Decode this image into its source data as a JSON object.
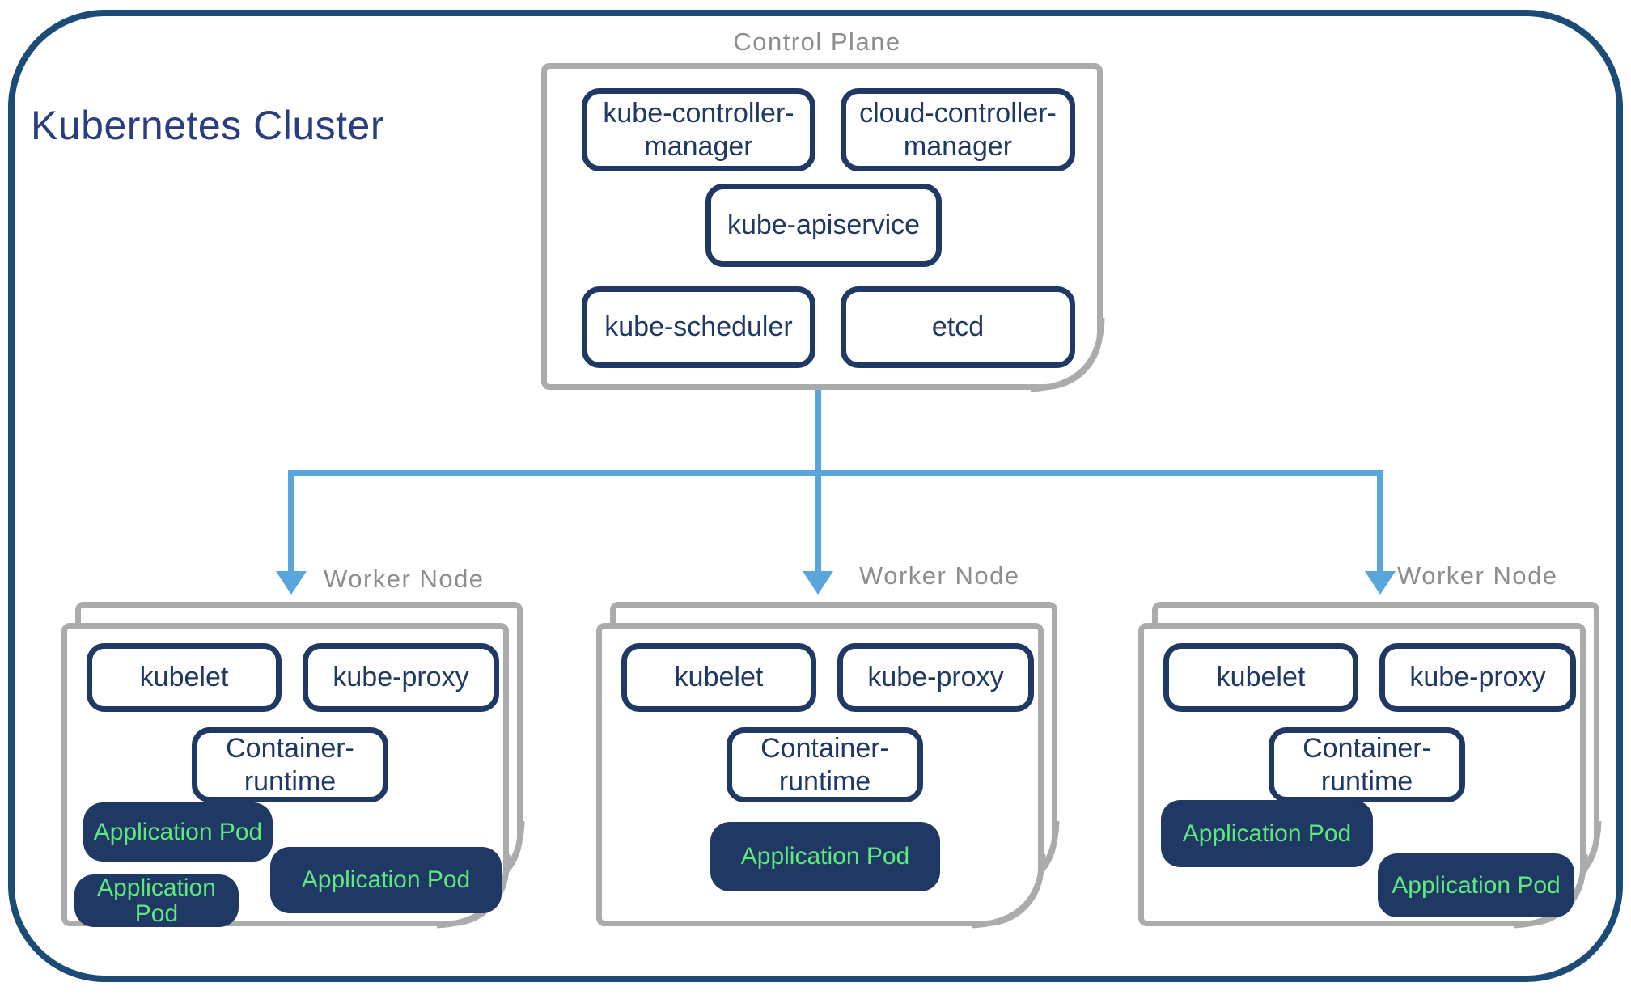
{
  "title": "Kubernetes Cluster",
  "colors": {
    "cluster_border": "#1c4b78",
    "title_text": "#2a3d80",
    "component_navy": "#1f3864",
    "pod_background": "#1f3864",
    "pod_text_green": "#5fe87e",
    "sheet_border_gray": "#ababab",
    "section_label_gray": "#8a8e90",
    "arrow_blue": "#58a6dc"
  },
  "control_plane": {
    "label": "Control Plane",
    "boxes": [
      {
        "label": "kube-controller-manager"
      },
      {
        "label": "cloud-controller-manager"
      },
      {
        "label": "kube-apiservice"
      },
      {
        "label": "kube-scheduler"
      },
      {
        "label": "etcd"
      }
    ]
  },
  "workers": [
    {
      "label": "Worker Node",
      "components": [
        "kubelet",
        "kube-proxy",
        "Container-runtime"
      ],
      "pods": [
        "Application Pod",
        "Application Pod",
        "Application Pod"
      ]
    },
    {
      "label": "Worker Node",
      "components": [
        "kubelet",
        "kube-proxy",
        "Container-runtime"
      ],
      "pods": [
        "Application Pod"
      ]
    },
    {
      "label": "Worker Node",
      "components": [
        "kubelet",
        "kube-proxy",
        "Container-runtime"
      ],
      "pods": [
        "Application Pod",
        "Application Pod"
      ]
    }
  ]
}
